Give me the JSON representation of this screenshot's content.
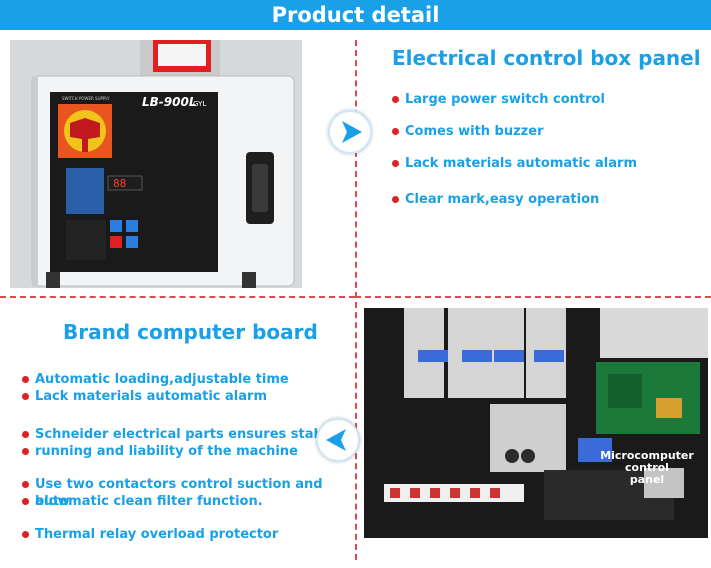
{
  "header": {
    "title": "Product detail",
    "bg": "#1aa0e6"
  },
  "section1": {
    "heading": "Electrical control box panel",
    "bullets": [
      "Large power switch control",
      "Comes with buzzer",
      "Lack materials automatic alarm",
      "Clear mark,easy operation"
    ],
    "arrow_icon": "arrow-right-icon",
    "photo": {
      "model_label": "LB-900L",
      "model_suffix": "GYL",
      "top_label": "SWITCH POWER SUPPLY",
      "display": "88"
    }
  },
  "section2": {
    "heading": "Brand computer board",
    "bullets": [
      "Automatic loading,adjustable time",
      "Lack materials automatic alarm",
      "Schneider electrical parts ensures stable",
      "running and liability of the machine",
      "Use two contactors control suction and blow",
      "automatic clean filter function.",
      "Thermal relay overload protector"
    ],
    "arrow_icon": "arrow-left-icon",
    "photo": {
      "caption_line1": "Microcomputer control",
      "caption_line2": "panel"
    }
  },
  "colors": {
    "accent": "#1aa0e6",
    "bullet": "#e02020",
    "divider": "#e04a4a"
  }
}
